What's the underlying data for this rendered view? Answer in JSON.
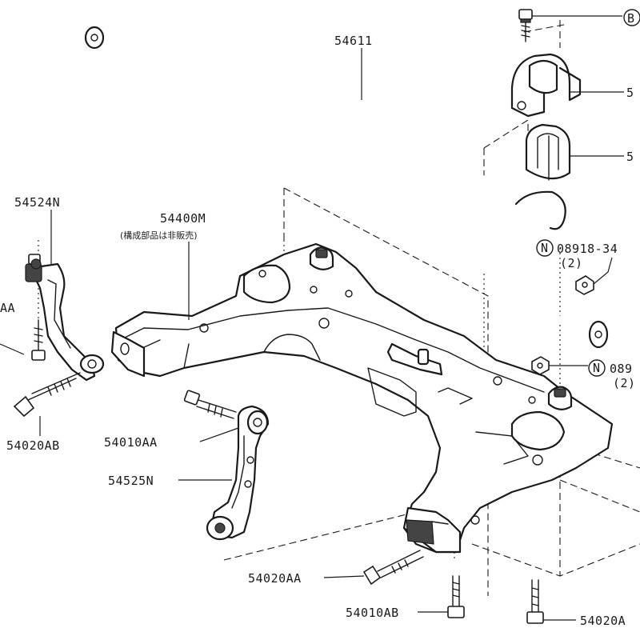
{
  "labels": {
    "stabilizer_bar": "54611",
    "clamp": "5",
    "bushing": "5",
    "ref_b": "B",
    "link_left": "54524N",
    "member": "54400M",
    "member_note": "(構成部品は非販売)",
    "nut_upper": "08918-34",
    "nut_upper_qty": "(2)",
    "nut_lower": "089",
    "nut_lower_qty": "(2)",
    "n_marker": "N",
    "left_edge_code": "AA",
    "bolt_left": "54020AB",
    "bolt_center_upper": "54010AA",
    "link_right": "54525N",
    "bolt_center_lower": "54020AA",
    "bolt_bottom": "54010AB",
    "bolt_right": "54020A"
  }
}
